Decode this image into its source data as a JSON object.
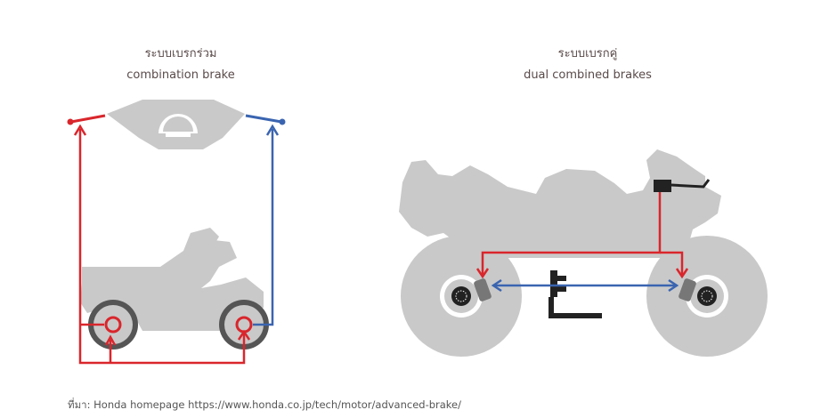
{
  "left": {
    "title_thai": "ระบบเบรกร่วม",
    "title_en": "combination brake"
  },
  "right": {
    "title_thai": "ระบบเบรกคู่",
    "title_en": "dual combined brakes"
  },
  "source_note": "ที่มา: Honda homepage https://www.honda.co.jp/tech/motor/advanced-brake/",
  "colors": {
    "front_line": "#d9262c",
    "rear_line": "#3a64b0",
    "body_gray": "#c9c9c9",
    "dark": "#222222"
  }
}
